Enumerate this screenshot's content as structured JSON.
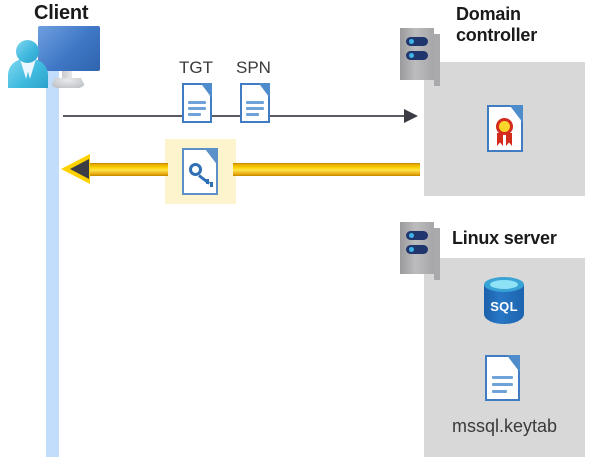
{
  "diagram": {
    "title": "Kerberos authentication flow between client, domain controller, and Linux server",
    "colors": {
      "panel_gray": "#d8d8d8",
      "lifeline_blue": "#c2dcfb",
      "highlight_yellow": "#fdf3cc",
      "arrow_gold": "#ffd500",
      "arrow_gray": "#5b5b63",
      "doc_blue": "#3f7cc1",
      "sql_blue": "#2777c6",
      "seal_yellow": "#fbd62a",
      "seal_red": "#d32b1c",
      "text_dark": "#1a1a1a"
    },
    "client": {
      "title": "Client",
      "icon": "user-with-monitor-icon",
      "lifeline": "client-lifeline-bar"
    },
    "domain_controller": {
      "title": "Domain controller",
      "server_icon": "server-rack-icon",
      "contents": [
        {
          "icon": "certificate-document-icon",
          "label": ""
        }
      ]
    },
    "linux_server": {
      "title": "Linux server",
      "server_icon": "server-rack-icon",
      "contents": [
        {
          "icon": "sql-database-icon",
          "label": "SQL"
        },
        {
          "icon": "keytab-document-icon",
          "label": "mssql.keytab"
        }
      ]
    },
    "messages": [
      {
        "name": "request",
        "direction": "client-to-domain-controller",
        "style": "thin-gray-arrow",
        "artifacts": [
          {
            "label": "TGT",
            "icon": "document-icon"
          },
          {
            "label": "SPN",
            "icon": "document-icon"
          }
        ]
      },
      {
        "name": "response",
        "direction": "domain-controller-to-client",
        "style": "thick-gold-arrow",
        "highlighted": "true",
        "artifacts": [
          {
            "label": "",
            "icon": "key-document-icon"
          }
        ]
      }
    ]
  }
}
